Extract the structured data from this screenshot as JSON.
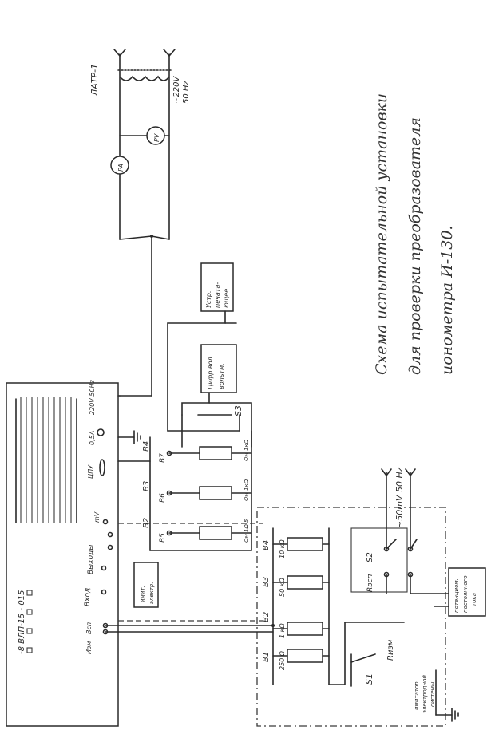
{
  "caption": {
    "line1": "Схема испытательной установки",
    "line2": "для проверки преобразователя",
    "line3": "ионометра  И-130."
  },
  "source": {
    "latr": "ЛАТР-1",
    "mains": "~220V",
    "freq": "50 Hz",
    "ammeter": "PA",
    "voltmeter": "PV"
  },
  "printer_box": [
    "Устр.",
    "печата-",
    "ющее"
  ],
  "dvm_box": [
    "Цифр.вол.",
    "вольтм."
  ],
  "generator": "~50mV 50 Hz",
  "potentiometer_box": [
    "потенциом.",
    "постоянного",
    "тока"
  ],
  "calibrator_box": [
    "имитатор",
    "электродной",
    "системы"
  ],
  "instrument": {
    "model": "-8 ВЛП-15 - 015",
    "fuse": "0,5А",
    "power": "220V 50Hz",
    "tsnu": "ЦПУ",
    "output_label": "Выходы",
    "input_label": "Вход",
    "out_mv": "mV",
    "izm": "Изм",
    "vsp": "Всп",
    "imit_box": [
      "имит.",
      "электр."
    ]
  },
  "switches": {
    "s1": "S1",
    "s2": "S2",
    "s3": "S3",
    "rizm": "Rизм",
    "rvsp": "Rвсп"
  },
  "resistor_groups": {
    "left_terms": [
      "B1",
      "B2",
      "B3",
      "B4"
    ],
    "left_values": [
      "250 Ω",
      "1 кΩ",
      "50 кΩ",
      "10 кΩ"
    ],
    "right_terms": [
      "B2",
      "B3",
      "B4"
    ],
    "right_pins": [
      "B5",
      "B6",
      "B7"
    ],
    "right_values": [
      "Ом 1Ω 5",
      "Ом 1кΩ",
      "Ом 1кΩ"
    ]
  }
}
